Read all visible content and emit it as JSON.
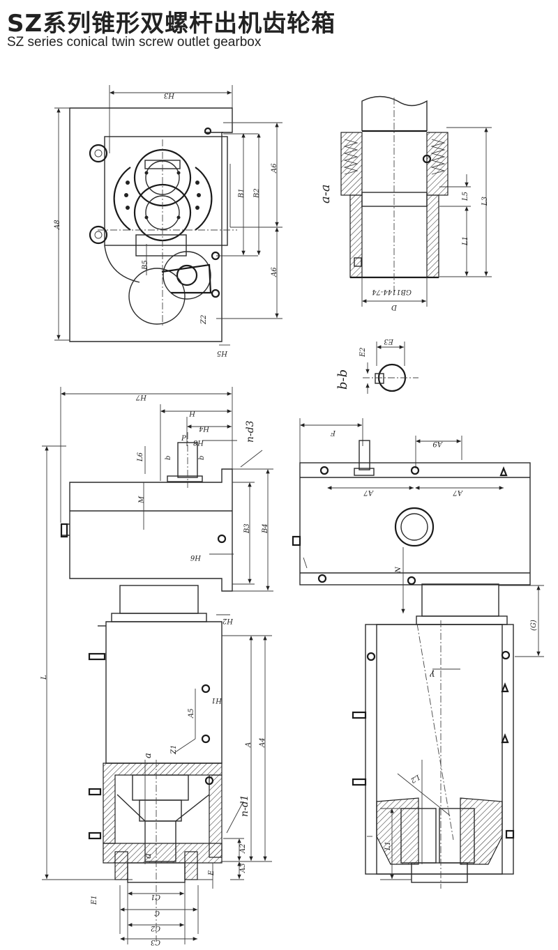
{
  "header": {
    "title_cn": "SZ系列锥形双螺杆出机齿轮箱",
    "title_en": "SZ series conical twin screw outlet gearbox"
  },
  "section_labels": {
    "aa": "a-a",
    "bb": "b-b"
  },
  "dimension_labels": {
    "H3": "H3",
    "A8": "A8",
    "B1": "B1",
    "B2": "B2",
    "A6_top": "A6",
    "A6_bottom": "A6",
    "B5": "B5",
    "Z2": "Z2",
    "H5": "H5",
    "L5": "L5",
    "L3": "L3",
    "L1_aa": "L1",
    "GB": "GB1144-74",
    "D": "D",
    "E2": "E2",
    "E3": "E3",
    "H7": "H7",
    "H": "H",
    "H4": "H4",
    "H8": "H8",
    "P": "P",
    "b1": "b",
    "b2": "b",
    "L6": "L6",
    "n_d3": "n-d3",
    "M": "M",
    "B3": "B3",
    "B4": "B4",
    "H6": "H6",
    "L": "L",
    "H2": "H2",
    "H1": "H1",
    "A5": "A5",
    "Z1": "Z1",
    "A": "A",
    "A4": "A4",
    "a1": "a",
    "n_d1": "n-d1",
    "A2": "A2",
    "a2": "a",
    "E": "E",
    "A3": "A3",
    "E1": "E1",
    "C1": "C1",
    "C": "C",
    "C2": "C2",
    "C3": "C3",
    "F": "F",
    "A9": "A9",
    "A7_left": "A7",
    "A7_right": "A7",
    "N": "N",
    "G": "(G)",
    "gamma": "γ",
    "L2": "L2",
    "L1_side": "L1"
  }
}
